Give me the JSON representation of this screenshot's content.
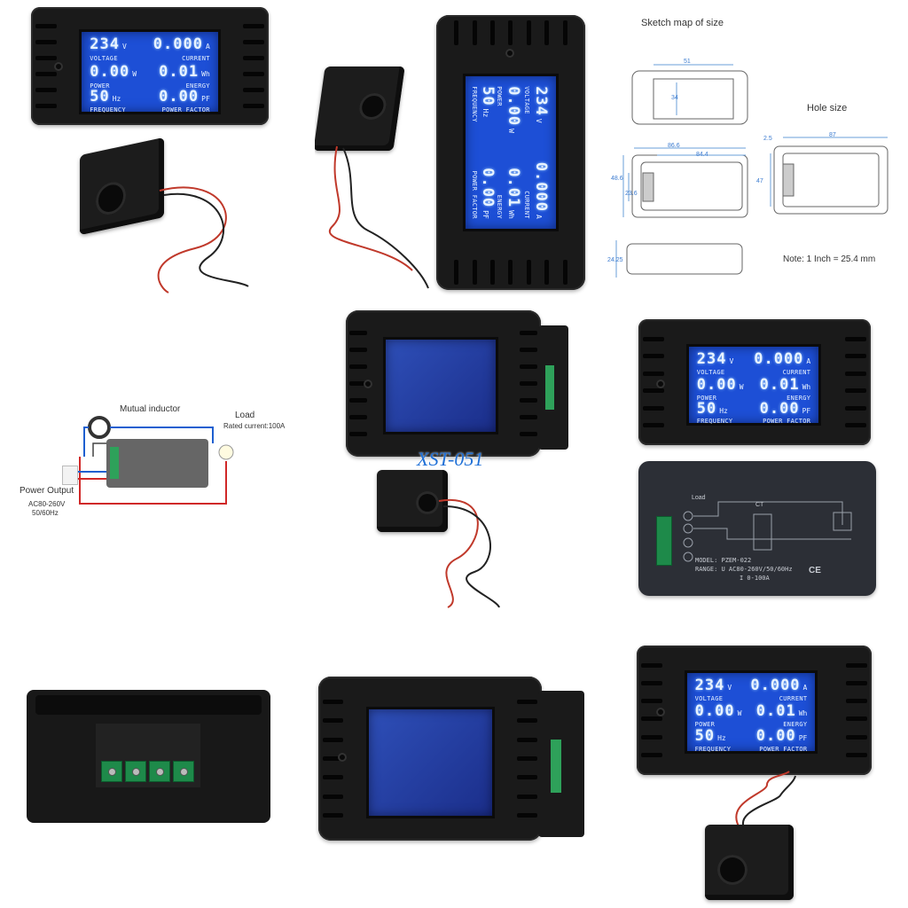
{
  "meter": {
    "voltage_value": "234",
    "voltage_unit": "V",
    "voltage_label": "VOLTAGE",
    "current_value": "0.000",
    "current_unit": "A",
    "current_label": "CURRENT",
    "power_value": "0.00",
    "power_unit": "W",
    "power_label": "POWER",
    "energy_value": "0.01",
    "energy_unit": "Wh",
    "energy_label": "ENERGY",
    "frequency_value": "50",
    "frequency_unit": "Hz",
    "frequency_label": "FREQUENCY",
    "pf_value": "0.00",
    "pf_unit": "PF",
    "pf_label": "POWER FACTOR"
  },
  "size_sketch": {
    "title": "Sketch map of size",
    "hole_title": "Hole size",
    "note": "Note: 1 Inch = 25.4 mm",
    "dims": [
      "51",
      "34",
      "86.6",
      "84.4",
      "48.6",
      "23.6",
      "87",
      "47",
      "2.5",
      "24.25"
    ]
  },
  "wiring": {
    "mutual_inductor": "Mutual inductor",
    "load": "Load",
    "rated_current": "Rated current:100A",
    "power_output": "Power Output",
    "ac_range": "AC80-260V",
    "frequency": "50/60Hz"
  },
  "back_label": {
    "load": "Load",
    "ct": "CT",
    "model": "MODEL: PZEM-022",
    "range_u": "RANGE: U AC80-260V/50/60Hz",
    "range_i": "I 0-100A",
    "ce": "CE"
  },
  "watermark": "XST-051"
}
